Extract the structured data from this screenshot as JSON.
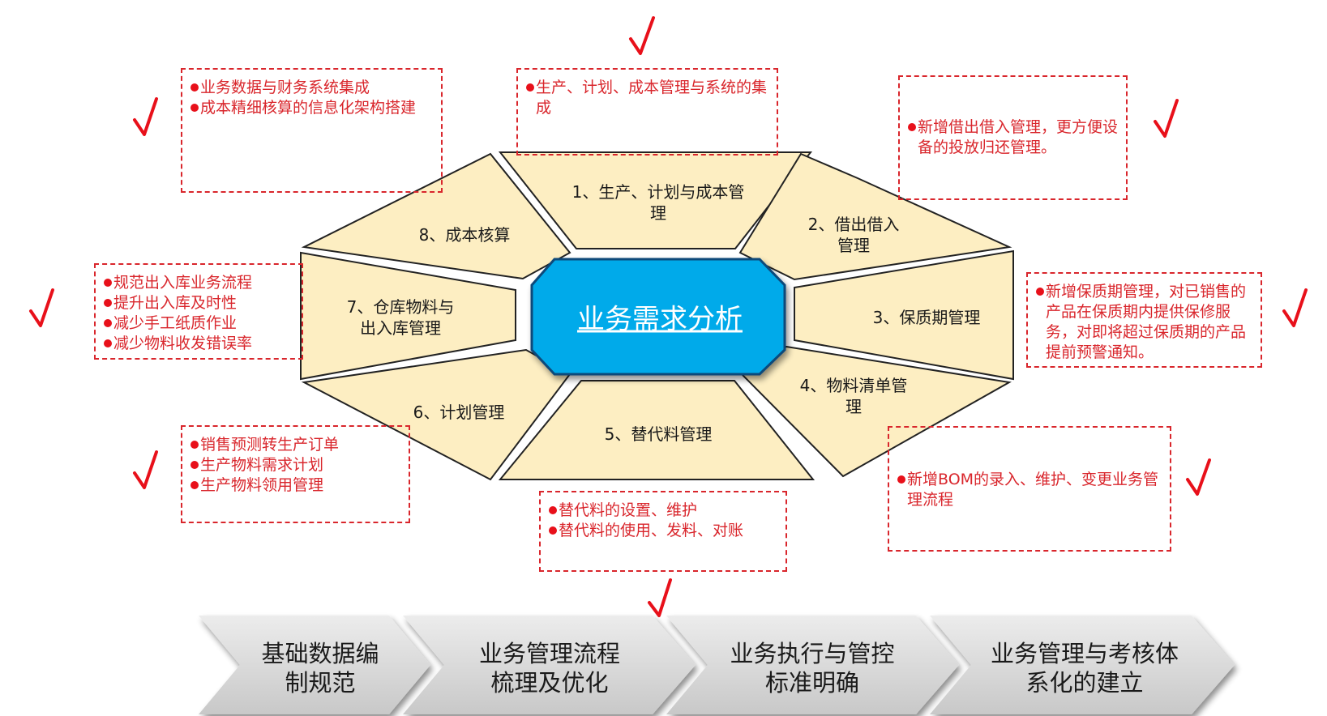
{
  "center": {
    "title": "业务需求分析"
  },
  "segments": [
    {
      "id": "seg1",
      "label": "1、生产、计划与成本管\n理"
    },
    {
      "id": "seg2",
      "label": "2、借出借入\n管理"
    },
    {
      "id": "seg3",
      "label": "3、保质期管理"
    },
    {
      "id": "seg4",
      "label": "4、物料清单管\n理"
    },
    {
      "id": "seg5",
      "label": "5、替代料管理"
    },
    {
      "id": "seg6",
      "label": "6、计划管理"
    },
    {
      "id": "seg7",
      "label": "7、仓库物料与\n出入库管理"
    },
    {
      "id": "seg8",
      "label": "8、成本核算"
    }
  ],
  "notes": {
    "n8": [
      "业务数据与财务系统集成",
      "成本精细核算的信息化架构搭建"
    ],
    "n1": [
      "生产、计划、成本管理与系统的集成"
    ],
    "n2": [
      "新增借出借入管理，更方便设备的投放归还管理。"
    ],
    "n7": [
      "规范出入库业务流程",
      "提升出入库及时性",
      "减少手工纸质作业",
      "减少物料收发错误率"
    ],
    "n3": [
      "新增保质期管理，对已销售的产品在保质期内提供保修服务，对即将超过保质期的产品提前预警通知。"
    ],
    "n6": [
      "销售预测转生产订单",
      "生产物料需求计划",
      "生产物料领用管理"
    ],
    "n5": [
      "替代料的设置、维护",
      "替代料的使用、发料、对账"
    ],
    "n4": [
      "新增BOM的录入、维护、变更业务管理流程"
    ]
  },
  "checkmark_count": 8,
  "stages": [
    {
      "label": "基础数据编\n制规范"
    },
    {
      "label": "业务管理流程\n梳理及优化"
    },
    {
      "label": "业务执行与管控\n标准明确"
    },
    {
      "label": "业务管理与考核体\n系化的建立"
    }
  ],
  "colors": {
    "segment_fill": "#fdeec2",
    "segment_stroke": "#222222",
    "center_fill": "#00aaea",
    "note_text": "#d9262c",
    "check": "#e8101a",
    "stage_fill": "#d9d9d9"
  }
}
